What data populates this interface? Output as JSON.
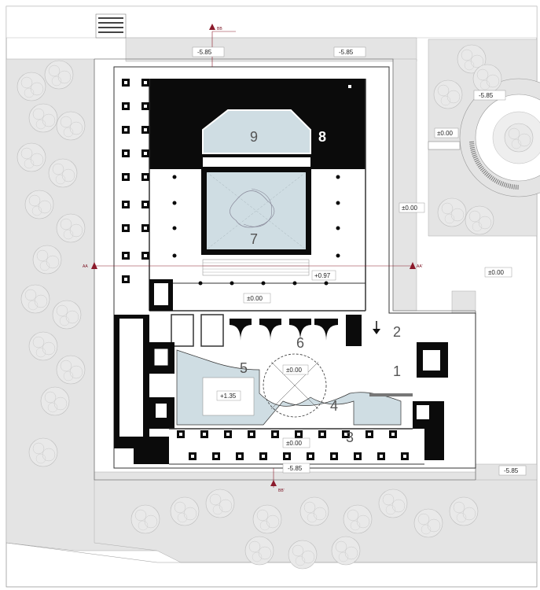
{
  "levels": {
    "top_left": "-5.85",
    "top_right": "-5.85",
    "right_plaza": "-5.85",
    "right_entry": "±0.00",
    "east_mid": "±0.00",
    "east_ground": "±0.00",
    "court_step": "+0.97",
    "hall_north": "±0.00",
    "rotunda": "±0.00",
    "raised_floor": "+1.35",
    "south_portico": "±0.00",
    "south_bottom": "-5.85",
    "far_right_bottom": "-5.85"
  },
  "rooms": [
    "1",
    "2",
    "3",
    "4",
    "5",
    "6",
    "7",
    "8",
    "9"
  ],
  "section_marks": {
    "west": "AA",
    "east": "AA'",
    "north": "BB",
    "south": "BB'"
  },
  "colors": {
    "wall": "#0b0b0b",
    "water": "#cfdde3",
    "terrain": "#e4e4e4",
    "section_line": "#8b1a2b"
  },
  "icons": [
    "tree-icon",
    "stair-icon",
    "entrance-arrow-icon",
    "section-marker-icon",
    "column-icon"
  ]
}
